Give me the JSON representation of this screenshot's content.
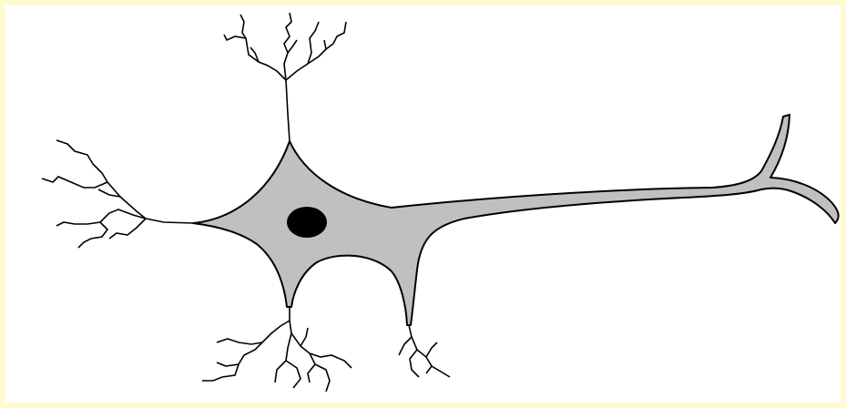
{
  "diagram": {
    "colors": {
      "page_background": "#ffffff",
      "border": "#fffbd0",
      "cell_fill": "#c0c0c0",
      "outline": "#000000",
      "nucleus": "#000000"
    },
    "parts": [
      {
        "id": "soma"
      },
      {
        "id": "nucleus"
      },
      {
        "id": "axon"
      },
      {
        "id": "dendrite-top"
      },
      {
        "id": "dendrite-left"
      },
      {
        "id": "dendrite-bottom-left"
      },
      {
        "id": "dendrite-bottom-right"
      }
    ]
  }
}
